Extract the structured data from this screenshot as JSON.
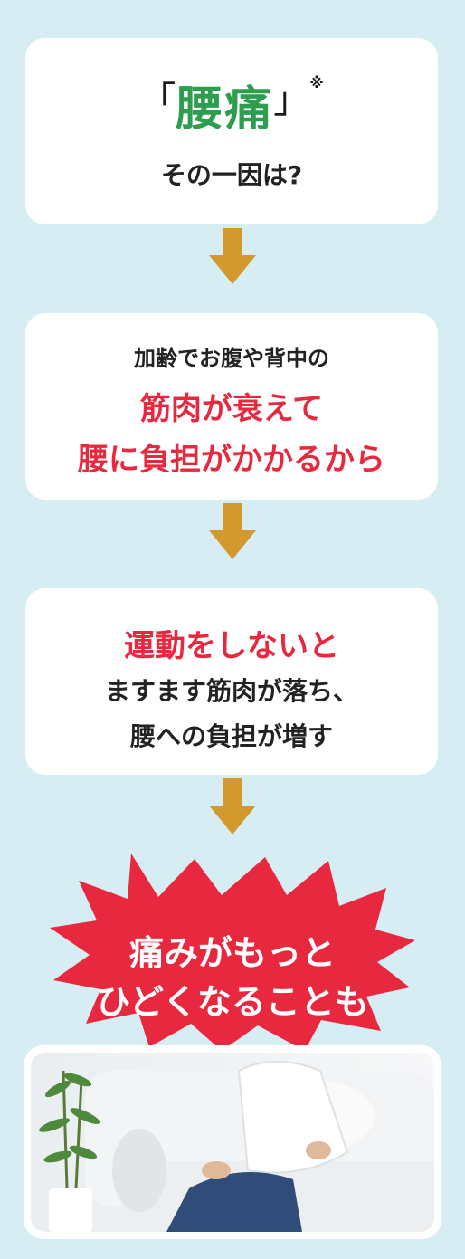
{
  "card1": {
    "bracket_open": "「",
    "word": "腰痛",
    "bracket_close": "」",
    "note_mark": "※",
    "subtitle": "その一因は?"
  },
  "card2": {
    "line1": "加齢でお腹や背中の",
    "line2": "筋肉が衰えて",
    "line3": "腰に負担がかかるから"
  },
  "card3": {
    "line1": "運動をしないと",
    "line2": "ますます筋肉が落ち、",
    "line3": "腰への負担が増す"
  },
  "burst": {
    "line1": "痛みがもっと",
    "line2": "ひどくなることも"
  },
  "colors": {
    "background": "#d6eef3",
    "green": "#2d9d50",
    "red": "#e8283e",
    "arrow": "#d3992f"
  },
  "icons": [
    "down-arrow-icon"
  ]
}
